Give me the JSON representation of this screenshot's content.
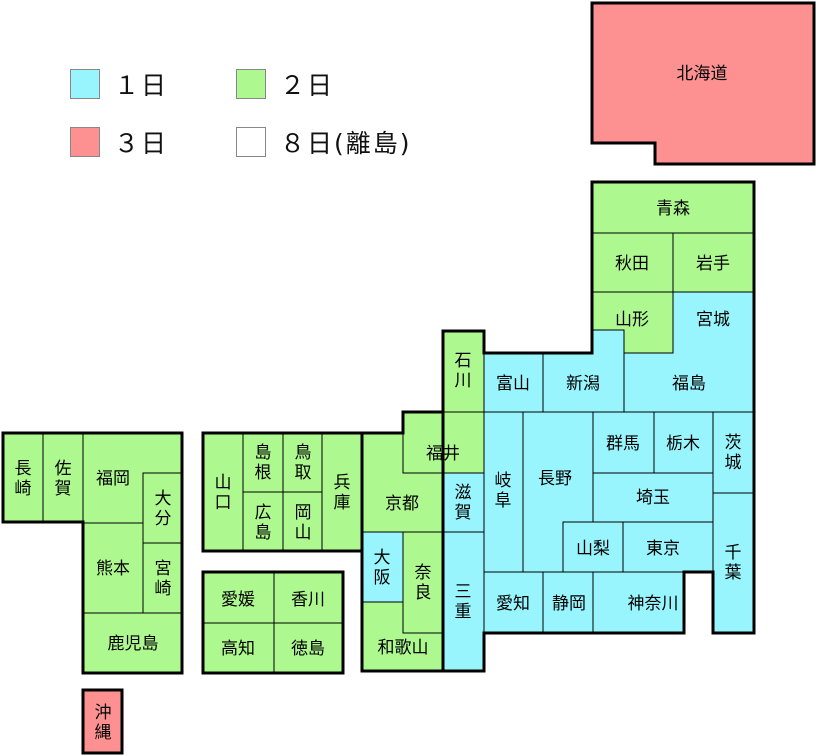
{
  "colors": {
    "day1": "#99f5fd",
    "day2": "#adf990",
    "day3": "#fd9191",
    "day8": "#ffffff",
    "border": "#000000"
  },
  "legend": [
    {
      "key": "day1",
      "label": "１日"
    },
    {
      "key": "day2",
      "label": "２日"
    },
    {
      "key": "day3",
      "label": "３日"
    },
    {
      "key": "day8",
      "label": "８日(離島)"
    }
  ],
  "prefectures": [
    {
      "name": "北海道",
      "days": 3
    },
    {
      "name": "青森",
      "days": 2
    },
    {
      "name": "秋田",
      "days": 2
    },
    {
      "name": "岩手",
      "days": 2
    },
    {
      "name": "山形",
      "days": 2
    },
    {
      "name": "宮城",
      "days": 1
    },
    {
      "name": "福島",
      "days": 1
    },
    {
      "name": "新潟",
      "days": 1
    },
    {
      "name": "富山",
      "days": 1
    },
    {
      "name": "石川",
      "days": 2
    },
    {
      "name": "福井",
      "days": 2
    },
    {
      "name": "群馬",
      "days": 1
    },
    {
      "name": "栃木",
      "days": 1
    },
    {
      "name": "茨城",
      "days": 1
    },
    {
      "name": "埼玉",
      "days": 1
    },
    {
      "name": "千葉",
      "days": 1
    },
    {
      "name": "東京",
      "days": 1
    },
    {
      "name": "山梨",
      "days": 1
    },
    {
      "name": "神奈川",
      "days": 1
    },
    {
      "name": "長野",
      "days": 1
    },
    {
      "name": "岐阜",
      "days": 1
    },
    {
      "name": "静岡",
      "days": 1
    },
    {
      "name": "愛知",
      "days": 1
    },
    {
      "name": "三重",
      "days": 1
    },
    {
      "name": "滋賀",
      "days": 1
    },
    {
      "name": "京都",
      "days": 2
    },
    {
      "name": "大阪",
      "days": 1
    },
    {
      "name": "奈良",
      "days": 2
    },
    {
      "name": "和歌山",
      "days": 2
    },
    {
      "name": "兵庫",
      "days": 2
    },
    {
      "name": "鳥取",
      "days": 2
    },
    {
      "name": "島根",
      "days": 2
    },
    {
      "name": "岡山",
      "days": 2
    },
    {
      "name": "広島",
      "days": 2
    },
    {
      "name": "山口",
      "days": 2
    },
    {
      "name": "愛媛",
      "days": 2
    },
    {
      "name": "香川",
      "days": 2
    },
    {
      "name": "高知",
      "days": 2
    },
    {
      "name": "徳島",
      "days": 2
    },
    {
      "name": "長崎",
      "days": 2
    },
    {
      "name": "佐賀",
      "days": 2
    },
    {
      "name": "福岡",
      "days": 2
    },
    {
      "name": "大分",
      "days": 2
    },
    {
      "name": "熊本",
      "days": 2
    },
    {
      "name": "宮崎",
      "days": 2
    },
    {
      "name": "鹿児島",
      "days": 2
    },
    {
      "name": "沖縄",
      "days": 3
    }
  ]
}
